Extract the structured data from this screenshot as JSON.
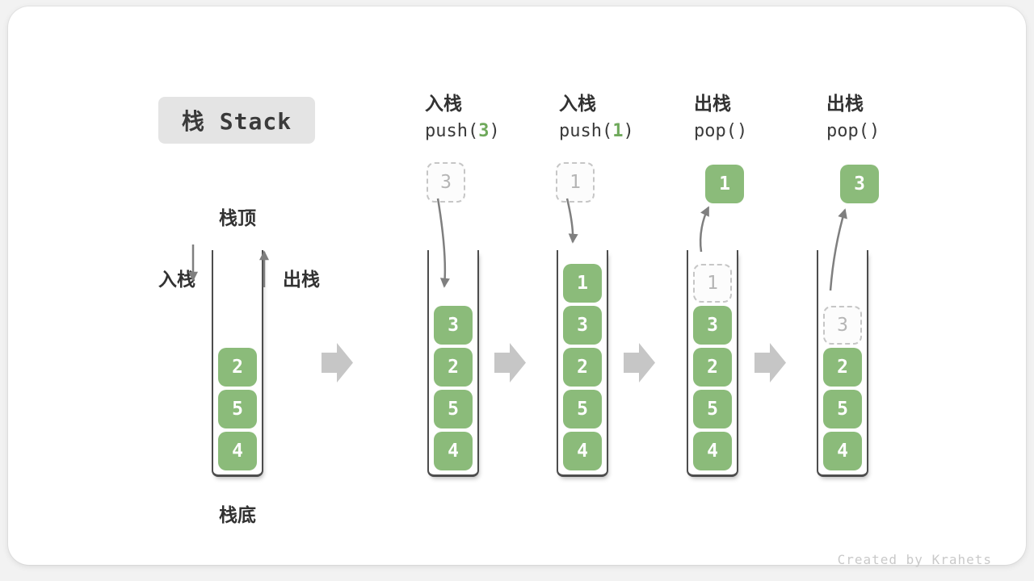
{
  "title": "栈 Stack",
  "stack_labels": {
    "top": "栈顶",
    "bottom": "栈底",
    "push_side": "入栈",
    "pop_side": "出栈"
  },
  "steps": [
    {
      "label": "入栈",
      "code_pre": "push(",
      "code_arg": "3",
      "code_post": ")"
    },
    {
      "label": "入栈",
      "code_pre": "push(",
      "code_arg": "1",
      "code_post": ")"
    },
    {
      "label": "出栈",
      "code_pre": "pop()",
      "code_arg": "",
      "code_post": ""
    },
    {
      "label": "出栈",
      "code_pre": "pop()",
      "code_arg": "",
      "code_post": ""
    }
  ],
  "stacks": [
    {
      "cells": [
        "2",
        "5",
        "4"
      ]
    },
    {
      "staged": "3",
      "cells": [
        "3",
        "2",
        "5",
        "4"
      ]
    },
    {
      "staged": "1",
      "cells": [
        "1",
        "3",
        "2",
        "5",
        "4"
      ]
    },
    {
      "popped": "1",
      "ghost": "1",
      "cells": [
        "3",
        "2",
        "5",
        "4"
      ]
    },
    {
      "popped": "3",
      "ghost": "3",
      "cells": [
        "2",
        "5",
        "4"
      ]
    }
  ],
  "footer": {
    "credit": "Created by Krahets"
  },
  "colors": {
    "element_green": "#8bbb7a",
    "code_arg_green": "#6fa95b",
    "arrow_gray": "#7f7f7f",
    "block_arrow_gray": "#c6c6c6",
    "ghost_gray": "#b5b5b5",
    "title_bg": "#e4e4e4"
  }
}
